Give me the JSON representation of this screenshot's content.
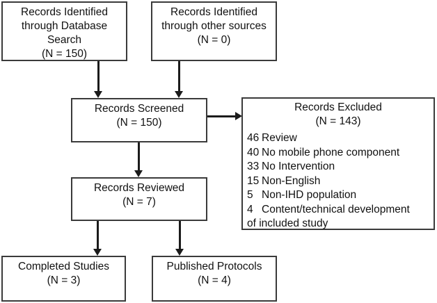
{
  "diagram": {
    "title": "PRISMA study selection flow diagram",
    "type": "flowchart",
    "line_color": "#1b1b1b",
    "border_color": "#3a3a3a",
    "background": "#ffffff"
  },
  "nodes": {
    "db_search": {
      "line1": "Records Identified",
      "line2": "through Database",
      "line3": "Search",
      "count": "(N = 150)"
    },
    "other_sources": {
      "line1": "Records Identified",
      "line2": "through other sources",
      "count": "(N = 0)"
    },
    "screened": {
      "label": "Records Screened",
      "count": "(N = 150)"
    },
    "excluded": {
      "label": "Records Excluded",
      "count": "(N = 143)",
      "reasons": [
        {
          "n": "46",
          "text": "Review"
        },
        {
          "n": "40",
          "text": "No mobile phone component"
        },
        {
          "n": "33",
          "text": "No Intervention"
        },
        {
          "n": "15",
          "text": "Non-English"
        },
        {
          "n": "5",
          "text": "Non-IHD population"
        },
        {
          "n": "4",
          "text": "Content/technical development"
        }
      ],
      "continuation": "of included study"
    },
    "reviewed": {
      "label": "Records Reviewed",
      "count": "(N = 7)"
    },
    "completed": {
      "label": "Completed Studies",
      "count": "(N = 3)"
    },
    "protocols": {
      "label": "Published Protocols",
      "count": "(N = 4)"
    }
  },
  "chart_data": {
    "type": "diagram",
    "title": "PRISMA study selection flow diagram",
    "stages": [
      {
        "id": "db_search",
        "label": "Records Identified through Database Search",
        "n": 150
      },
      {
        "id": "other_sources",
        "label": "Records Identified through other sources",
        "n": 0
      },
      {
        "id": "screened",
        "label": "Records Screened",
        "n": 150
      },
      {
        "id": "excluded",
        "label": "Records Excluded",
        "n": 143
      },
      {
        "id": "reviewed",
        "label": "Records Reviewed",
        "n": 7
      },
      {
        "id": "completed",
        "label": "Completed Studies",
        "n": 3
      },
      {
        "id": "protocols",
        "label": "Published Protocols",
        "n": 4
      }
    ],
    "exclusion_reasons": [
      {
        "reason": "Review",
        "n": 46
      },
      {
        "reason": "No mobile phone component",
        "n": 40
      },
      {
        "reason": "No Intervention",
        "n": 33
      },
      {
        "reason": "Non-English",
        "n": 15
      },
      {
        "reason": "Non-IHD population",
        "n": 5
      },
      {
        "reason": "Content/technical development of included study",
        "n": 4
      }
    ],
    "edges": [
      {
        "from": "db_search",
        "to": "screened"
      },
      {
        "from": "other_sources",
        "to": "screened"
      },
      {
        "from": "screened",
        "to": "excluded"
      },
      {
        "from": "screened",
        "to": "reviewed"
      },
      {
        "from": "reviewed",
        "to": "completed"
      },
      {
        "from": "reviewed",
        "to": "protocols"
      }
    ]
  }
}
